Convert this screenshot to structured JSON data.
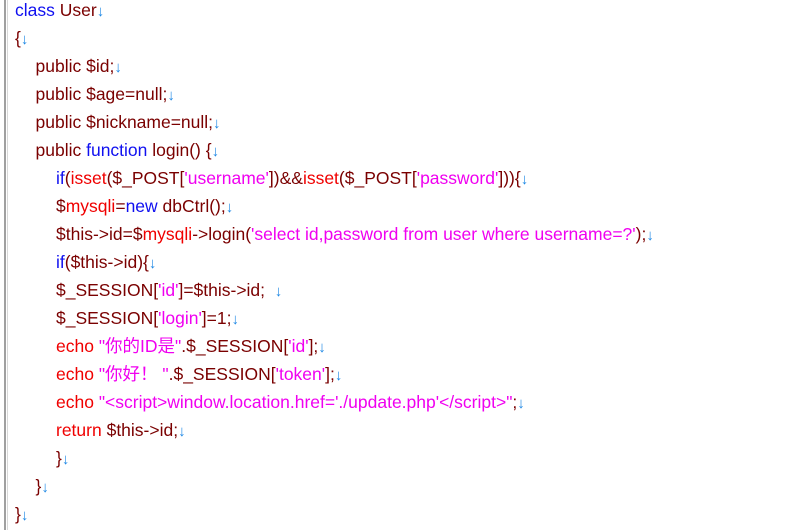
{
  "colors": {
    "keyword": "#1010f0",
    "plain": "#7a0000",
    "builtin": "#f00000",
    "string": "#f000f0",
    "paragraph_mark": "#1e88e5"
  },
  "paragraph_mark": "↓",
  "lines": [
    {
      "indent": 0,
      "tokens": [
        {
          "t": "class",
          "c": "k"
        },
        {
          "t": " User",
          "c": "p"
        }
      ]
    },
    {
      "indent": 0,
      "tokens": [
        {
          "t": "{",
          "c": "p"
        }
      ]
    },
    {
      "indent": 1,
      "tokens": [
        {
          "t": "public $id;",
          "c": "p"
        }
      ]
    },
    {
      "indent": 1,
      "tokens": [
        {
          "t": "public $age=null;",
          "c": "p"
        }
      ]
    },
    {
      "indent": 1,
      "tokens": [
        {
          "t": "public $nickname=null;",
          "c": "p"
        }
      ]
    },
    {
      "indent": 1,
      "tokens": [
        {
          "t": "public ",
          "c": "p"
        },
        {
          "t": "function",
          "c": "k"
        },
        {
          "t": " login() {",
          "c": "p"
        }
      ]
    },
    {
      "indent": 2,
      "tokens": [
        {
          "t": "if",
          "c": "k"
        },
        {
          "t": "(",
          "c": "p"
        },
        {
          "t": "isset",
          "c": "r"
        },
        {
          "t": "($_POST[",
          "c": "p"
        },
        {
          "t": "'username'",
          "c": "s"
        },
        {
          "t": "])&&",
          "c": "p"
        },
        {
          "t": "isset",
          "c": "r"
        },
        {
          "t": "($_POST[",
          "c": "p"
        },
        {
          "t": "'password'",
          "c": "s"
        },
        {
          "t": "])){",
          "c": "p"
        }
      ]
    },
    {
      "indent": 2,
      "tokens": [
        {
          "t": "$",
          "c": "p"
        },
        {
          "t": "mysqli",
          "c": "r"
        },
        {
          "t": "=",
          "c": "p"
        },
        {
          "t": "new",
          "c": "k"
        },
        {
          "t": " dbCtrl();",
          "c": "p"
        }
      ]
    },
    {
      "indent": 2,
      "tokens": [
        {
          "t": "$this->id=$",
          "c": "p"
        },
        {
          "t": "mysqli",
          "c": "r"
        },
        {
          "t": "->login(",
          "c": "p"
        },
        {
          "t": "'select id,password from user where username=?'",
          "c": "s"
        },
        {
          "t": ");",
          "c": "p"
        }
      ]
    },
    {
      "indent": 2,
      "tokens": [
        {
          "t": "if",
          "c": "k"
        },
        {
          "t": "($this->id){",
          "c": "p"
        }
      ]
    },
    {
      "indent": 2,
      "tokens": [
        {
          "t": "$_SESSION[",
          "c": "p"
        },
        {
          "t": "'id'",
          "c": "s"
        },
        {
          "t": "]=$this->id;  ",
          "c": "p"
        }
      ]
    },
    {
      "indent": 2,
      "tokens": [
        {
          "t": "$_SESSION[",
          "c": "p"
        },
        {
          "t": "'login'",
          "c": "s"
        },
        {
          "t": "]=1;",
          "c": "p"
        }
      ]
    },
    {
      "indent": 2,
      "tokens": [
        {
          "t": "echo",
          "c": "r"
        },
        {
          "t": " \"你的ID是\"",
          "c": "s"
        },
        {
          "t": ".$_SESSION[",
          "c": "p"
        },
        {
          "t": "'id'",
          "c": "s"
        },
        {
          "t": "];",
          "c": "p"
        }
      ]
    },
    {
      "indent": 2,
      "tokens": [
        {
          "t": "echo",
          "c": "r"
        },
        {
          "t": " \"你好！ \"",
          "c": "s"
        },
        {
          "t": ".$_SESSION[",
          "c": "p"
        },
        {
          "t": "'token'",
          "c": "s"
        },
        {
          "t": "];",
          "c": "p"
        }
      ]
    },
    {
      "indent": 2,
      "tokens": [
        {
          "t": "echo",
          "c": "r"
        },
        {
          "t": " \"<script>window.location.href='./update.php'</script>\"",
          "c": "s"
        },
        {
          "t": ";",
          "c": "p"
        }
      ]
    },
    {
      "indent": 2,
      "tokens": [
        {
          "t": "return",
          "c": "r"
        },
        {
          "t": " $this->id;",
          "c": "p"
        }
      ]
    },
    {
      "indent": 2,
      "tokens": [
        {
          "t": "}",
          "c": "p"
        }
      ]
    },
    {
      "indent": 1,
      "tokens": [
        {
          "t": "}",
          "c": "p"
        }
      ]
    },
    {
      "indent": 0,
      "tokens": [
        {
          "t": "}",
          "c": "p"
        }
      ]
    }
  ]
}
